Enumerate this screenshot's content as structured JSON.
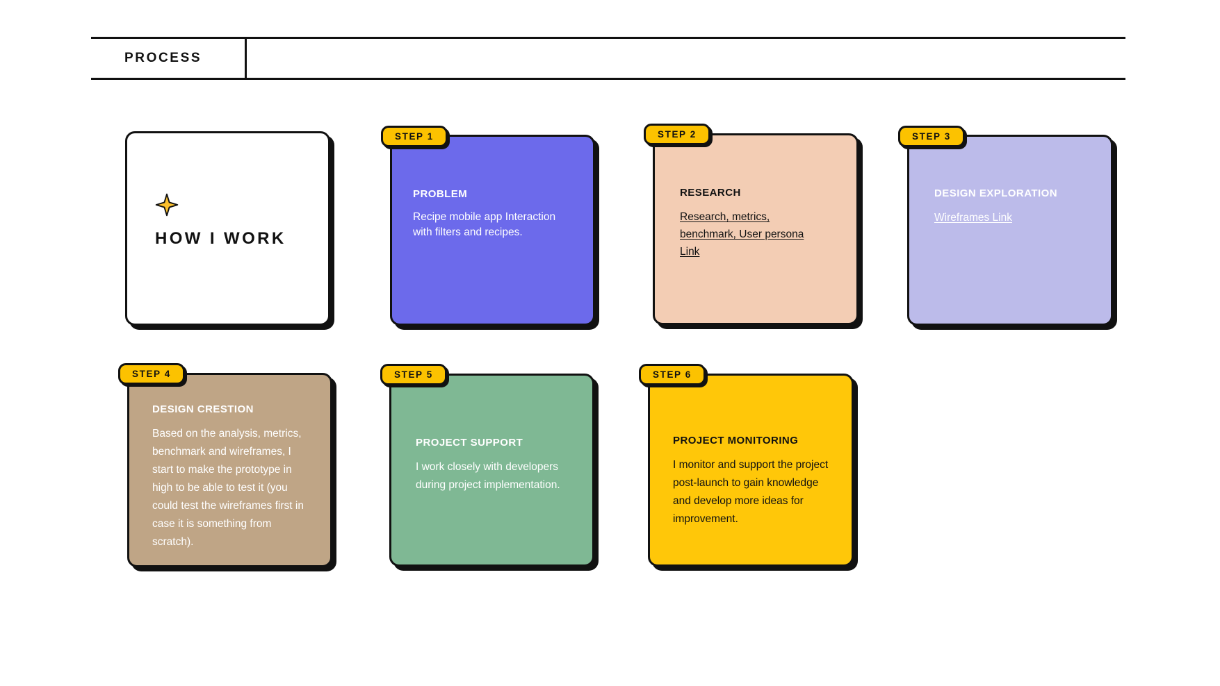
{
  "header": {
    "title": "PROCESS"
  },
  "intro": {
    "icon": "sparkle-star-icon",
    "title": "HOW I WORK"
  },
  "colors": {
    "badge_yellow": "#FCC200",
    "outline_black": "#111111",
    "purple": "#6C6AEB",
    "peach": "#F3CDB4",
    "lavender": "#BCBBEA",
    "tan": "#BFA586",
    "green": "#7FB894",
    "yellow": "#FFC709",
    "white": "#FFFFFF"
  },
  "steps": [
    {
      "badge": "STEP 1",
      "heading": "PROBLEM",
      "body": "Recipe mobile app Interaction with filters and recipes.",
      "link": "",
      "bg": "#6C6AEB",
      "text_tone": "light"
    },
    {
      "badge": "STEP 2",
      "heading": "RESEARCH",
      "body": "",
      "link": "Research, metrics, benchmark, User persona Link",
      "bg": "#F3CDB4",
      "text_tone": "dark"
    },
    {
      "badge": "STEP 3",
      "heading": "DESIGN EXPLORATION",
      "body": "",
      "link": "Wireframes Link",
      "bg": "#BCBBEA",
      "text_tone": "light"
    },
    {
      "badge": "STEP 4",
      "heading": "DESIGN CRESTION",
      "body": "Based on the analysis, metrics, benchmark and wireframes, I start to make the prototype in high to be able to test it (you could test the wireframes first in case it is something from scratch).",
      "link": "",
      "bg": "#BFA586",
      "text_tone": "light"
    },
    {
      "badge": "STEP 5",
      "heading": "PROJECT SUPPORT",
      "body": "I work closely with developers during project implementation.",
      "link": "",
      "bg": "#7FB894",
      "text_tone": "light"
    },
    {
      "badge": "STEP 6",
      "heading": "PROJECT MONITORING",
      "body": "I monitor and support the project post-launch to gain knowledge and develop more ideas for improvement.",
      "link": "",
      "bg": "#FFC709",
      "text_tone": "dark"
    }
  ]
}
